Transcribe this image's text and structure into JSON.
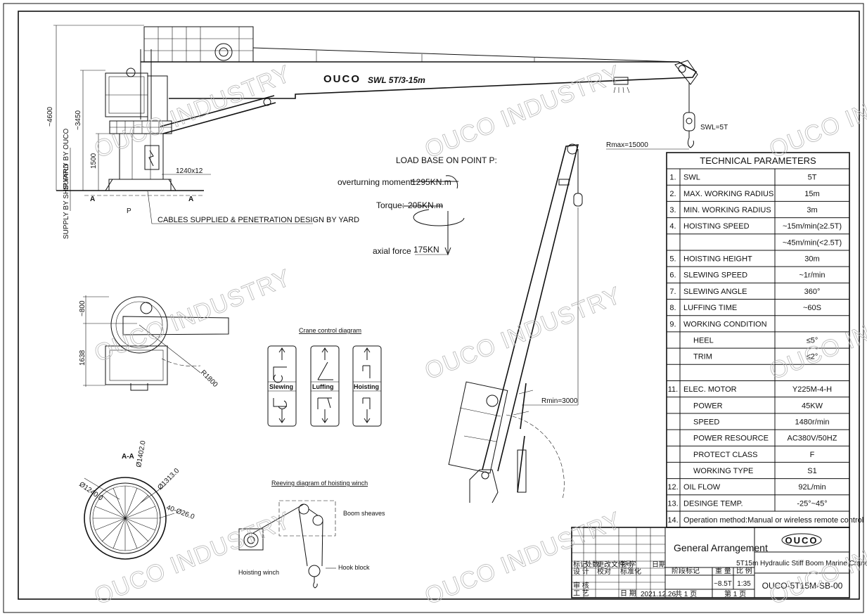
{
  "boom": {
    "brand": "OUCO",
    "swl_mark": "SWL 5T/3-15m"
  },
  "dimensions": {
    "total_height": "~4600",
    "column_height": "~3450",
    "pedestal_height": "1500",
    "flange": "1240x12",
    "point_p": "P",
    "section_a": "A",
    "rmax": "Rmax=15000",
    "rmin": "Rmin=3000",
    "hook_swl": "SWL=5T",
    "plan_800": "~800",
    "plan_1638": "1638",
    "plan_r": "R1800",
    "section_title": "A-A",
    "d1402": "Ø1402.0",
    "d1240": "Ø1240.0",
    "d1313": "Ø1313.0",
    "bolts": "40-Ø26.0"
  },
  "notes": {
    "cables": "CABLES SUPPLIED & PENETRATION DESIGN BY YARD",
    "supply_ouco": "SUPPLY BY OUCO",
    "supply_yard": "SUPPLY BY SHIPYARD"
  },
  "load_base": {
    "title": "LOAD BASE ON POINT P:",
    "moment_label": "overturning moment",
    "moment_value": "1295KN.m",
    "torque_label": "Torque:",
    "torque_value": "205KN.m",
    "axial_label": "axial force",
    "axial_value": "175KN"
  },
  "control_diagram": {
    "title": "Crane control diagram",
    "levers": [
      "Slewing",
      "Luffing",
      "Hoisting"
    ]
  },
  "reeving": {
    "title": "Reeving diagram of hoisting winch",
    "boom_sheaves": "Boom sheaves",
    "winch": "Hoisting winch",
    "hook": "Hook block"
  },
  "parameters": {
    "title": "TECHNICAL PARAMETERS",
    "rows": [
      {
        "no": "1.",
        "name": "SWL",
        "value": "5T"
      },
      {
        "no": "2.",
        "name": "MAX. WORKING RADIUS",
        "value": "15m"
      },
      {
        "no": "3.",
        "name": "MIN. WORKING RADIUS",
        "value": "3m"
      },
      {
        "no": "4.",
        "name": "HOISTING SPEED",
        "value": "~15m/min(≥2.5T)"
      },
      {
        "no": "",
        "name": "",
        "value": "~45m/min(<2.5T)"
      },
      {
        "no": "5.",
        "name": "HOISTING HEIGHT",
        "value": "30m"
      },
      {
        "no": "6.",
        "name": "SLEWING SPEED",
        "value": "~1r/min"
      },
      {
        "no": "7.",
        "name": "SLEWING ANGLE",
        "value": "360°"
      },
      {
        "no": "8.",
        "name": "LUFFING TIME",
        "value": "~60S"
      },
      {
        "no": "9.",
        "name": "WORKING CONDITION",
        "value": ""
      },
      {
        "no": "",
        "name": "HEEL",
        "value": "≤5°"
      },
      {
        "no": "",
        "name": "TRIM",
        "value": "≤2°"
      },
      {
        "no": "",
        "name": "",
        "value": ""
      },
      {
        "no": "11.",
        "name": "ELEC. MOTOR",
        "value": "Y225M-4-H"
      },
      {
        "no": "",
        "name": "POWER",
        "value": "45KW"
      },
      {
        "no": "",
        "name": "SPEED",
        "value": "1480r/min"
      },
      {
        "no": "",
        "name": "POWER RESOURCE",
        "value": "AC380V/50HZ"
      },
      {
        "no": "",
        "name": "PROTECT CLASS",
        "value": "F"
      },
      {
        "no": "",
        "name": "WORKING TYPE",
        "value": "S1"
      },
      {
        "no": "12.",
        "name": "OIL FLOW",
        "value": "92L/min"
      },
      {
        "no": "13.",
        "name": "DESINGE TEMP.",
        "value": "-25°~45°"
      }
    ],
    "note_no": "14.",
    "note": "Operation method:Manual or wireless remote control"
  },
  "title_block": {
    "drawing_title": "General Arrangement",
    "logo": "OUCO",
    "product": "5T15m Hydraulic Stiff Boom Marine Crane",
    "weight": "~8.5T",
    "scale": "1:35",
    "drawing_no": "OUCO-5T15M-SB-00",
    "date": "2021.12.26",
    "sheet_total": "共 1 页",
    "sheet_no": "第 1 页",
    "h_mark": "标记",
    "h_count": "处数",
    "h_change": "更改文件号",
    "h_sign": "签 字",
    "h_date": "日期",
    "h_design": "设 计",
    "h_std": "标准化",
    "h_proofread": "校对",
    "h_stage": "阶段标记",
    "h_weight": "重 量",
    "h_scale": "比 例",
    "h_review": "审 核",
    "h_craft": "工 艺",
    "h_day": "日 期"
  },
  "watermark": "OUCO INDUSTRY"
}
